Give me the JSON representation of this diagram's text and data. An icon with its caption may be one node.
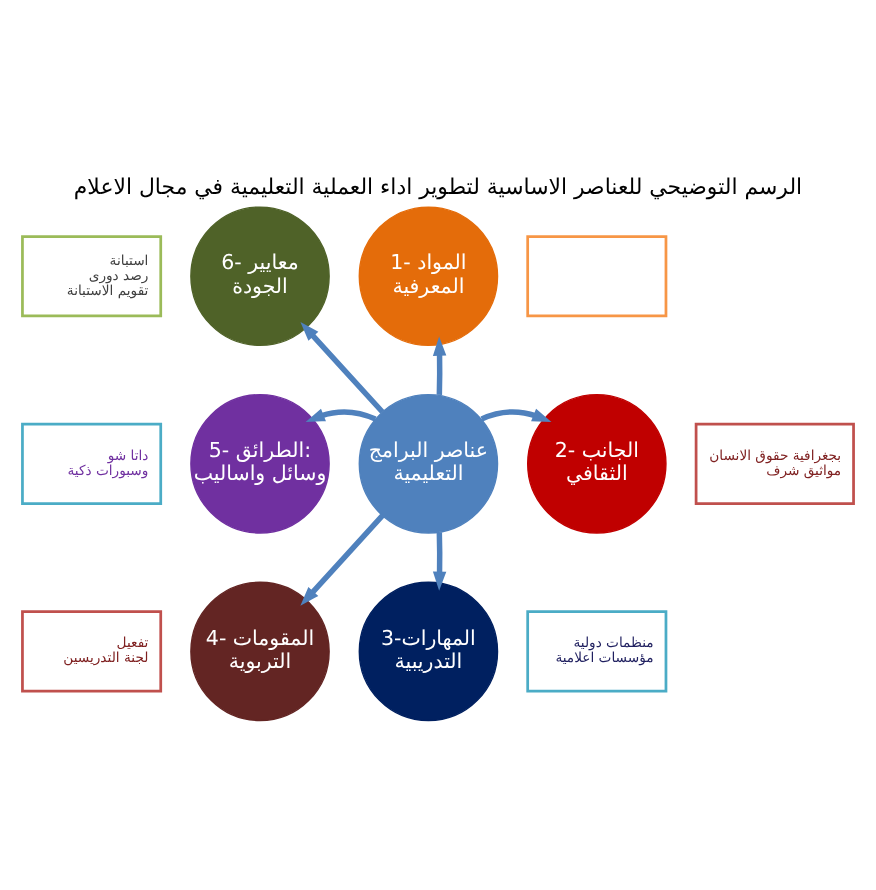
{
  "diagram": {
    "title": "الرسم التوضيحي للعناصر الاساسية لتطوير اداء العملية التعليمية في مجال الاعلام",
    "nodes": [
      {
        "text": [
          "استبانة",
          "رصد دورى",
          "تقويم الاستبانة"
        ]
      },
      {
        "text": [
          "6- معايير الجودة"
        ]
      },
      {
        "text": [
          "1- المواد المعرفية"
        ]
      },
      {
        "text": [],
        "shape": "box"
      },
      {
        "text": [
          "بجغرافية حقوق الانسان",
          "مواثيق شرف"
        ]
      },
      {
        "text": [
          "5- الطرائق: وسائل واساليب"
        ]
      },
      {
        "text": [
          "عناصر البرامج التعليمية"
        ]
      },
      {
        "text": [
          "2- الجانب الثقافي"
        ]
      },
      {
        "text": [
          "داتا شو",
          "وسبورات ذكية"
        ]
      },
      {
        "text": [
          "4- المقومات التربوية"
        ]
      },
      {
        "text": [
          "3-المهارات التدريبية"
        ]
      },
      {
        "text": [
          "تفعيل",
          "لجنة التدريسين"
        ]
      },
      {
        "text": [
          "منظمات دولية",
          "مؤسسات اعلامية"
        ]
      }
    ],
    "edges": [
      {
        "from": 6,
        "to": 2,
        "arrow": "to"
      },
      {
        "from": 6,
        "to": 7,
        "arrow": "to"
      },
      {
        "from": 6,
        "to": 10,
        "arrow": "to"
      },
      {
        "from": 6,
        "to": 9,
        "arrow": "to"
      },
      {
        "from": 6,
        "to": 5,
        "arrow": "to"
      },
      {
        "from": 6,
        "to": 1,
        "arrow": "to"
      }
    ]
  }
}
